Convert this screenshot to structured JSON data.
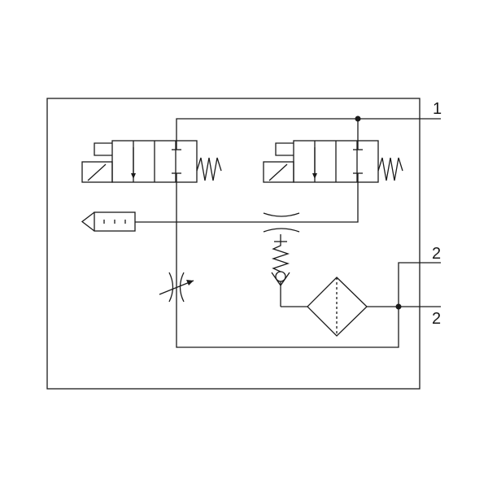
{
  "diagram": {
    "ports": {
      "port_1": "1",
      "port_2_upper": "2",
      "port_2_lower": "2"
    },
    "components": [
      "solenoid-valve-left",
      "solenoid-valve-right",
      "silencer",
      "fixed-restrictor",
      "adjustable-throttle",
      "check-valve-spring",
      "filter"
    ],
    "colors": {
      "line": "#1a1a1a",
      "background": "#ffffff"
    }
  }
}
